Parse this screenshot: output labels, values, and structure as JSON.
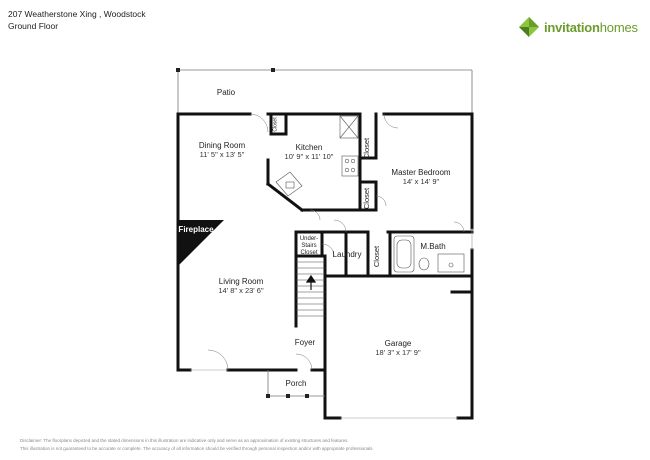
{
  "header": {
    "address": "207 Weatherstone Xing , Woodstock",
    "floor": "Ground Floor"
  },
  "logo": {
    "brand_main": "invitation",
    "brand_accent": "homes",
    "brand_color": "#6a9c2b",
    "icon": "leaf-diamond-icon"
  },
  "rooms": {
    "patio": {
      "name": "Patio"
    },
    "dining": {
      "name": "Dining Room",
      "dim": "11' 5\" x 13' 5\""
    },
    "kitchen": {
      "name": "Kitchen",
      "dim": "10' 9\" x 11' 10\""
    },
    "master": {
      "name": "Master Bedroom",
      "dim": "14' x 14' 9\""
    },
    "closet1": {
      "name": "Closet"
    },
    "closet2": {
      "name": "Closet"
    },
    "closet3": {
      "name": "Closet"
    },
    "pantry": {
      "name": "Closet"
    },
    "fireplace": {
      "name": "Fireplace"
    },
    "understairs": {
      "name": "Under-Stairs Closet"
    },
    "laundry": {
      "name": "Laundry"
    },
    "mbath": {
      "name": "M.Bath"
    },
    "living": {
      "name": "Living Room",
      "dim": "14' 8\" x 23' 6\""
    },
    "foyer": {
      "name": "Foyer"
    },
    "garage": {
      "name": "Garage",
      "dim": "18' 3\" x 17' 9\""
    },
    "porch": {
      "name": "Porch"
    }
  },
  "disclaimer": {
    "line1": "Disclaimer: The floorplans depicted and the stated dimensions in this illustration are indicative only and serve as an approximation of existing structures and features.",
    "line2": "This illustration is not guaranteed to be accurate or complete. The accuracy of all information should be verified through personal inspection and/or with appropriate professionals."
  }
}
